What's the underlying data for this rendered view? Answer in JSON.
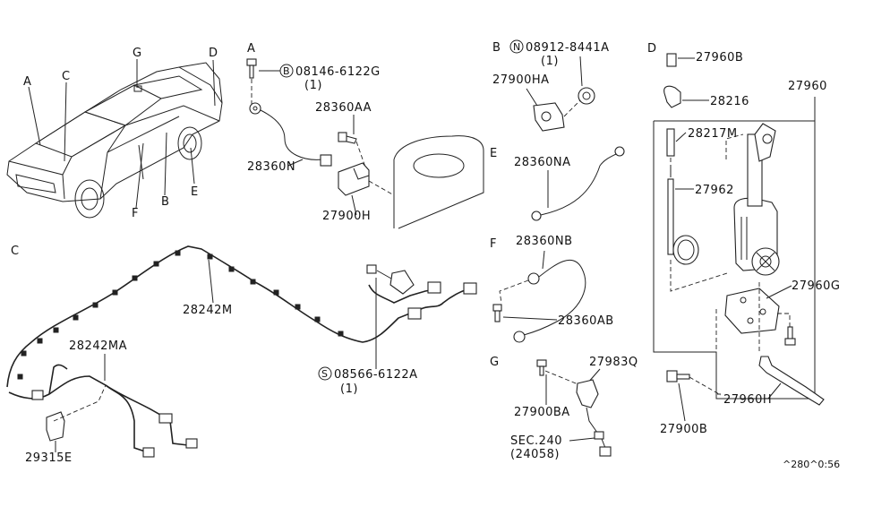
{
  "car": {
    "A": "A",
    "C": "C",
    "G": "G",
    "D": "D",
    "E": "E",
    "F": "F",
    "B": "B"
  },
  "sections": {
    "A": "A",
    "B": "B",
    "C": "C",
    "D": "D",
    "E": "E",
    "F": "F",
    "G": "G"
  },
  "circles": {
    "B": "B",
    "N": "N",
    "S": "S"
  },
  "parts": {
    "p08146": "08146-6122G",
    "p08146_qty": "(1)",
    "p28360AA": "28360AA",
    "p28360N": "28360N",
    "p27900H": "27900H",
    "p08912": "08912-8441A",
    "p08912_qty": "(1)",
    "p27900HA": "27900HA",
    "p28360NA": "28360NA",
    "p28360NB": "28360NB",
    "p28360AB": "28360AB",
    "p27983Q": "27983Q",
    "p27900BA": "27900BA",
    "sec240": "SEC.240",
    "sec240b": "(24058)",
    "p27960B": "27960B",
    "p28216": "28216",
    "p27960": "27960",
    "p28217M": "28217M",
    "p27962": "27962",
    "p27960G": "27960G",
    "p27960H": "27960H",
    "p27900B": "27900B",
    "p28242M": "28242M",
    "p28242MA": "28242MA",
    "p29315E": "29315E",
    "p08566": "08566-6122A",
    "p08566_qty": "(1)"
  },
  "footer": {
    "code": "^280^0:56"
  }
}
